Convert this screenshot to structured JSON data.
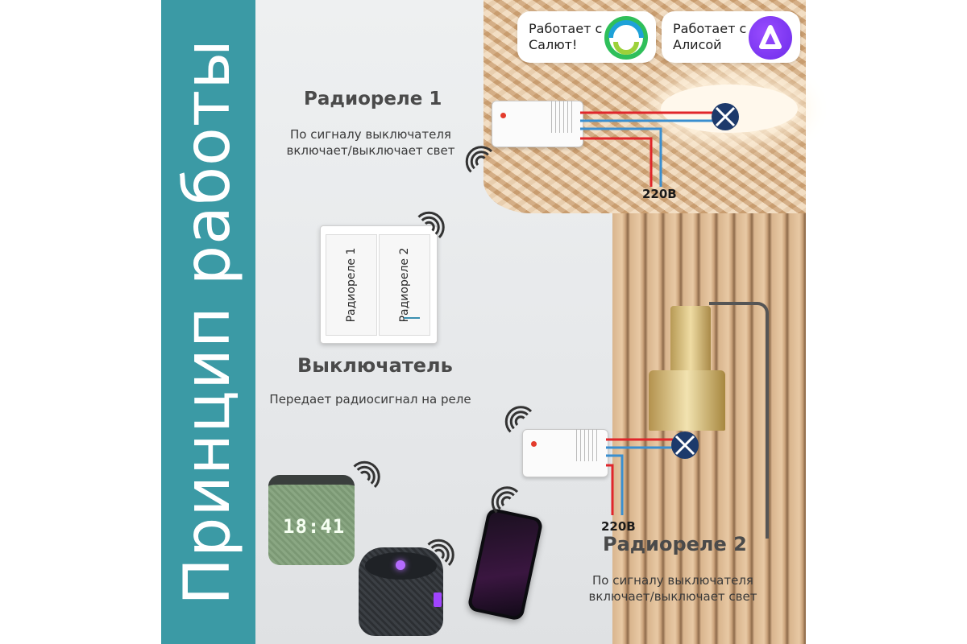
{
  "vertical_title": "Принцип работы",
  "badges": {
    "salute": {
      "text": "Работает с Салют!",
      "logo": "salute-logo-icon"
    },
    "alice": {
      "text": "Работает с Алисой",
      "logo": "alice-logo-icon"
    }
  },
  "relay1": {
    "title": "Радиореле 1",
    "desc_line1": "По сигналу выключателя",
    "desc_line2": "включает/выключает свет",
    "voltage": "220В"
  },
  "switch": {
    "title": "Выключатель",
    "desc": "Передает радиосигнал на реле",
    "key_left": "Радиореле 1",
    "key_right": "Радиореле 2"
  },
  "relay2": {
    "title": "Радиореле 2",
    "desc_line1": "По сигналу выключателя",
    "desc_line2": "включает/выключает свет",
    "voltage": "220В"
  },
  "speaker_clock": "18:41",
  "colors": {
    "teal": "#3b9aa5",
    "wire_red": "#e0262b",
    "wire_blue": "#3a8fd0",
    "lamp_node": "#1d3a6b",
    "alice_purple": "#7a32f0"
  },
  "icons": [
    "wifi-signal-icon",
    "lamp-node-icon",
    "salute-logo-icon",
    "alice-logo-icon"
  ]
}
